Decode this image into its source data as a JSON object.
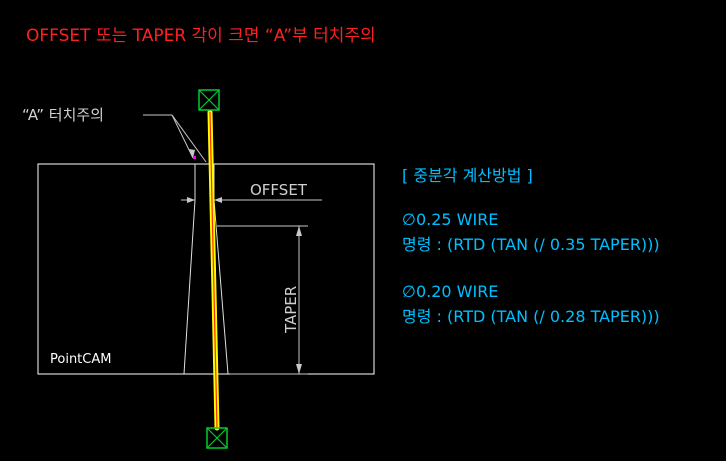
{
  "heading": "OFFSET 또는 TAPER 각이 크면 “A”부 터치주의",
  "callout_label": "“A” 터치주의",
  "dimensions": {
    "offset_label": "OFFSET",
    "taper_label": "TAPER"
  },
  "part_label": "PointCAM",
  "calc": {
    "title": "[ 중분각 계산방법 ]",
    "entries": [
      {
        "wire": "∅0.25 WIRE",
        "command": "명령 : (RTD (TAN (/ 0.35 TAPER)))"
      },
      {
        "wire": "∅0.20 WIRE",
        "command": "명령 : (RTD (TAN (/ 0.28 TAPER)))"
      }
    ]
  },
  "colors": {
    "background": "#000000",
    "heading": "#ff2020",
    "calc_text": "#00bfff",
    "wire": "#ffff00",
    "wire_core": "#ff2a00",
    "node": "#00cc33",
    "outline": "#ffffff",
    "dimension": "#c8c8c8",
    "callout": "#ff00ff"
  }
}
